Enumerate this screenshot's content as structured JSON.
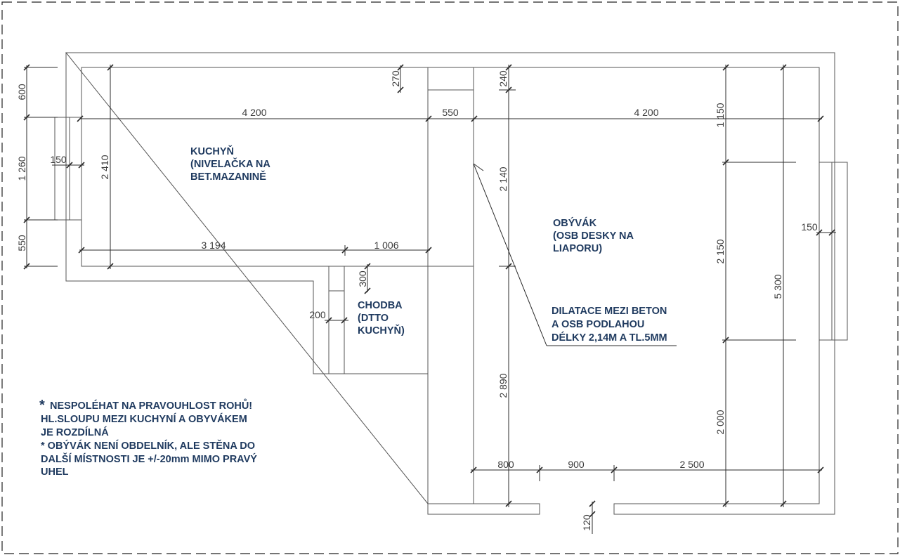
{
  "rooms": {
    "kitchen": [
      "KUCHYŇ",
      "(NIVELAČKA NA",
      "BET.MAZANINĚ"
    ],
    "living": [
      "OBÝVÁK",
      "(OSB DESKY NA",
      "LIAPORU)"
    ],
    "hall": [
      "CHODBA",
      "(DTTO",
      "KUCHYŇ)"
    ]
  },
  "annotation": [
    "DILATACE MEZI BETON",
    "A OSB PODLAHOU",
    "DÉLKY 2,14M A TL.5MM"
  ],
  "notes": {
    "star": "*",
    "line1": "NESPOLÉHAT NA PRAVOUHLOST ROHŮ!",
    "line2": "HL.SLOUPU MEZI KUCHYNÍ A OBYVÁKEM",
    "line3": "JE ROZDÍLNÁ",
    "line4": "* OBÝVÁK NENÍ OBDELNÍK, ALE STĚNA DO",
    "line5": "DALŠÍ MÍSTNOSTI JE +/-20mm MIMO PRAVÝ",
    "line6": "UHEL"
  },
  "dimensions": {
    "kitchen_top_length": "4 200",
    "column_width": "550",
    "living_top_length": "4 200",
    "top_offset": "270",
    "living_top_offset": "240",
    "left_600": "600",
    "left_1260": "1 260",
    "left_550": "550",
    "window_left": "150",
    "kitchen_depth": "2 410",
    "kitchen_bottom_a": "3 194",
    "kitchen_bottom_b": "1 006",
    "hall_300": "300",
    "hall_200": "200",
    "living_2140": "2 140",
    "living_2890": "2 890",
    "right_1150": "1 150",
    "right_2150": "2 150",
    "right_2000": "2 000",
    "right_5300": "5 300",
    "window_right": "150",
    "bottom_800": "800",
    "bottom_900": "900",
    "bottom_2500": "2 500",
    "bottom_120": "120"
  }
}
